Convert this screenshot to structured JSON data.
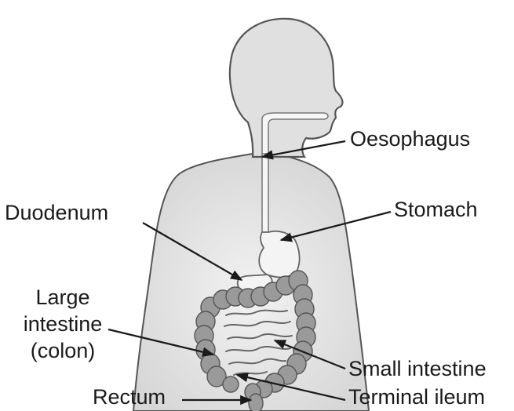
{
  "labels": {
    "oesophagus": "Oesophagus",
    "stomach": "Stomach",
    "duodenum": "Duodenum",
    "large_intestine_line1": "Large",
    "large_intestine_line2": "intestine",
    "large_intestine_line3": "(colon)",
    "small_intestine": "Small intestine",
    "rectum": "Rectum",
    "terminal_ileum": "Terminal ileum"
  },
  "colors": {
    "body_fill": "#e6e6e6",
    "outline": "#555555",
    "organ_fill": "#f4f4f4",
    "colon_fill": "#9a9a9a",
    "arrow": "#1a1a1a",
    "text": "#1a1a1a"
  }
}
